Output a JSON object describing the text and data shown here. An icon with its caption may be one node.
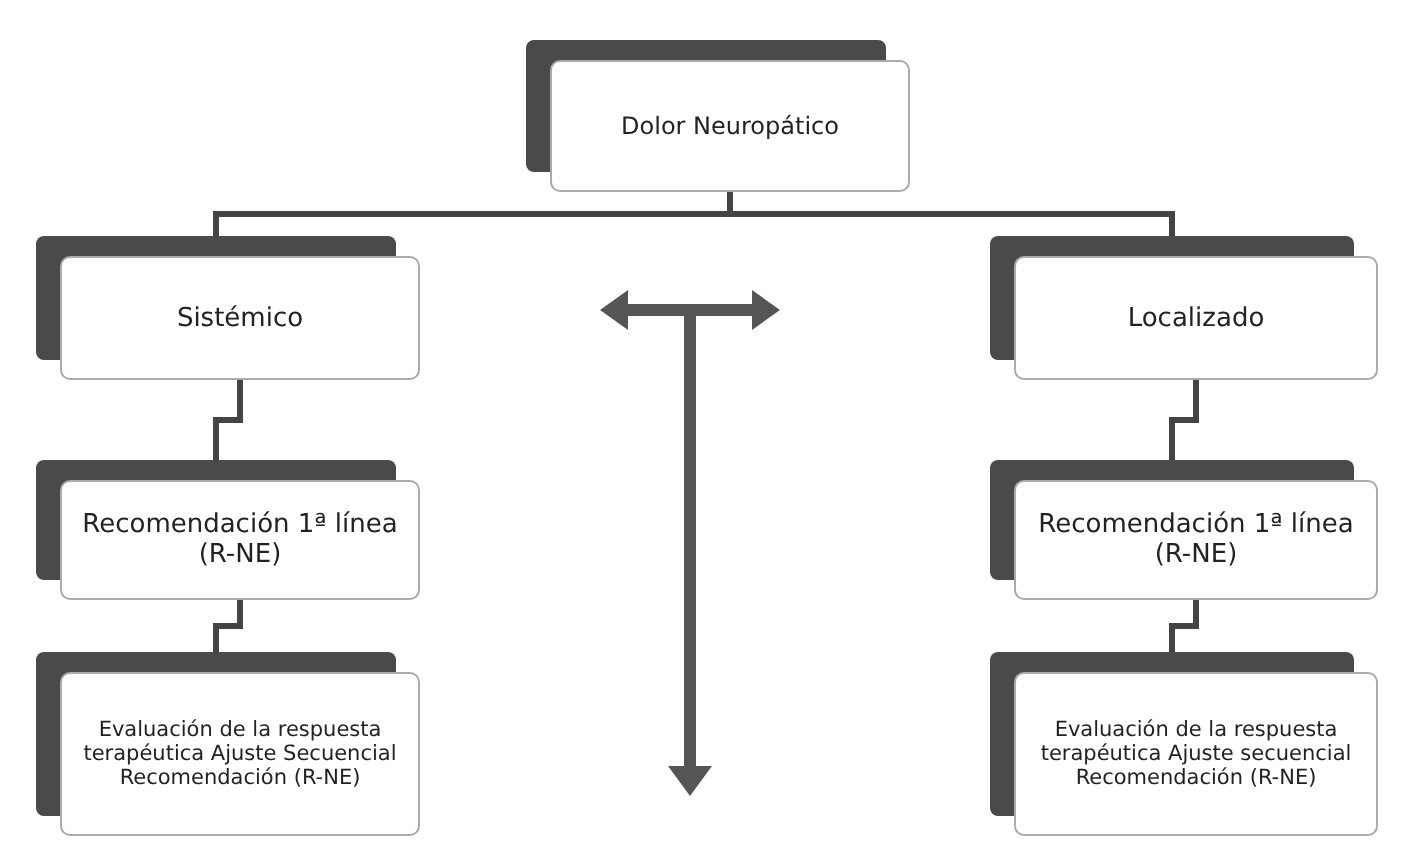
{
  "diagram": {
    "nodes": [
      {
        "text": [
          "Dolor Neuropático"
        ]
      },
      {
        "text": [
          "Sistémico"
        ]
      },
      {
        "text": [
          "Localizado"
        ]
      },
      {
        "text": [
          "Recomendación 1ª línea (R-NE)"
        ]
      },
      {
        "text": [
          "Recomendación 1ª línea (R-NE)"
        ]
      },
      {
        "text": [
          "Evaluación de la respuesta terapéutica Ajuste Secuencial Recomendación (R-NE)"
        ]
      },
      {
        "text": [
          "Evaluación de la respuesta terapéutica Ajuste secuencial Recomendación (R-NE)"
        ]
      }
    ],
    "edges": [
      {
        "from": 0,
        "to": 1,
        "arrow": "none"
      },
      {
        "from": 0,
        "to": 2,
        "arrow": "none"
      },
      {
        "from": 1,
        "to": 3,
        "arrow": "none"
      },
      {
        "from": 2,
        "to": 4,
        "arrow": "none"
      },
      {
        "from": 3,
        "to": 5,
        "arrow": "none"
      },
      {
        "from": 4,
        "to": 6,
        "arrow": "none"
      }
    ]
  }
}
